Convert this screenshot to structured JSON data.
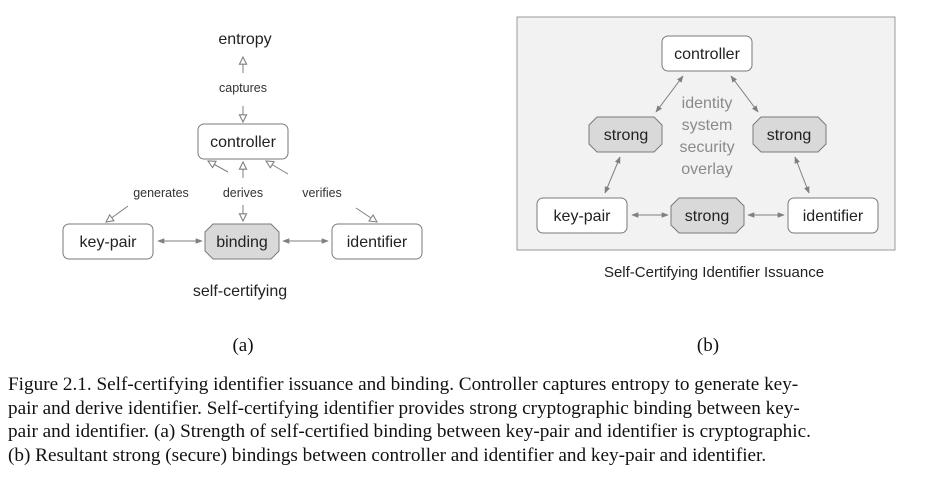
{
  "panel_a": {
    "nodes": {
      "entropy": "entropy",
      "controller": "controller",
      "key_pair": "key-pair",
      "binding": "binding",
      "identifier": "identifier"
    },
    "edge_labels": {
      "captures": "captures",
      "generates": "generates",
      "derives": "derives",
      "verifies": "verifies"
    },
    "footer_label": "self-certifying",
    "sublabel": "(a)"
  },
  "panel_b": {
    "nodes": {
      "controller": "controller",
      "strong_left": "strong",
      "strong_right": "strong",
      "key_pair": "key-pair",
      "strong_bottom": "strong",
      "identifier": "identifier"
    },
    "center_text": [
      "identity",
      "system",
      "security",
      "overlay"
    ],
    "title": "Self-Certifying Identifier Issuance",
    "sublabel": "(b)"
  },
  "caption": {
    "lines": [
      "Figure 2.1.  Self-certifying identifier issuance and binding. Controller captures entropy to generate key-",
      "pair and derive identifier. Self-certifying identifier provides strong cryptographic binding between key-",
      "pair and identifier. (a) Strength of self-certified binding between key-pair and identifier is cryptographic.",
      "(b) Resultant strong (secure) bindings between controller and identifier and key-pair and identifier."
    ]
  },
  "colors": {
    "box_border": "#7a7a7a",
    "box_fill": "#ffffff",
    "octagon_fill": "#d9d9d9",
    "panel_b_background": "#f2f2f2",
    "arrow": "#7f7f7f",
    "text": "#222222",
    "overlay_text": "#8a8a8a"
  }
}
